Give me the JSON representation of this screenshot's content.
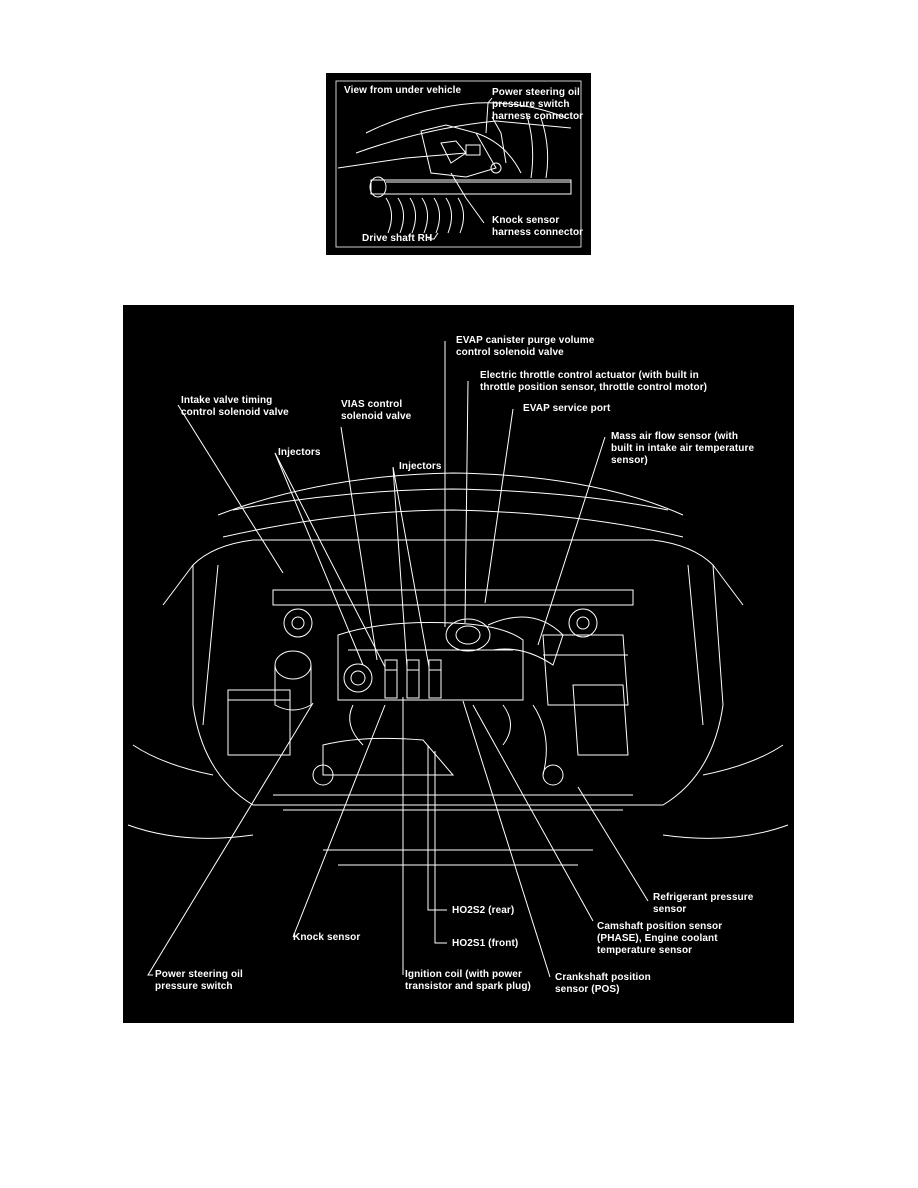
{
  "inset": {
    "title": "View from under vehicle",
    "labels": {
      "ps_harness": "Power steering oil\npressure switch\nharness connector",
      "knock_harness": "Knock sensor\nharness connector",
      "drive_shaft": "Drive shaft RH"
    }
  },
  "main": {
    "labels": {
      "evap_purge": "EVAP canister purge volume\ncontrol solenoid valve",
      "throttle": "Electric throttle control actuator (with built in\nthrottle position sensor, throttle control motor)",
      "evap_port": "EVAP service port",
      "maf": "Mass air flow sensor (with\nbuilt in intake air temperature\nsensor)",
      "ivt": "Intake valve timing\ncontrol solenoid valve",
      "vias": "VIAS control\nsolenoid valve",
      "injectors_left": "Injectors",
      "injectors_center": "Injectors",
      "refrigerant": "Refrigerant pressure\nsensor",
      "ho2s2": "HO2S2 (rear)",
      "camshaft": "Camshaft position sensor\n(PHASE), Engine coolant\ntemperature sensor",
      "knock": "Knock sensor",
      "ho2s1": "HO2S1 (front)",
      "ps_switch": "Power steering oil\npressure switch",
      "ignition": "Ignition coil (with power\ntransistor and spark plug)",
      "crankshaft": "Crankshaft position\nsensor (POS)"
    }
  }
}
